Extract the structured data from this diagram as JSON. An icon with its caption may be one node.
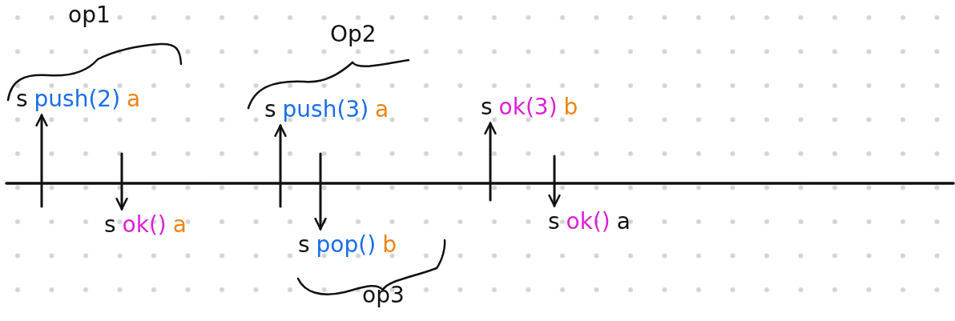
{
  "diagram": {
    "nodes": [
      {
        "text": [
          "s",
          "push(2)",
          "a"
        ]
      },
      {
        "text": [
          "s",
          "ok()",
          "a"
        ]
      },
      {
        "text": [
          "s",
          "push(3)",
          "a"
        ]
      },
      {
        "text": [
          "s",
          "pop()",
          "b"
        ]
      },
      {
        "text": [
          "s",
          "ok(3)",
          "b"
        ]
      },
      {
        "text": [
          "s",
          "ok()",
          "a"
        ]
      }
    ],
    "edges": [
      {
        "from": null,
        "to": 0,
        "arrow": "to"
      },
      {
        "from": null,
        "to": 1,
        "arrow": "to"
      },
      {
        "from": null,
        "to": 2,
        "arrow": "to"
      },
      {
        "from": null,
        "to": 3,
        "arrow": "to"
      },
      {
        "from": null,
        "to": 4,
        "arrow": "to"
      },
      {
        "from": null,
        "to": 5,
        "arrow": "to"
      }
    ],
    "labels": [
      "op1",
      "Op2",
      "op3"
    ]
  }
}
